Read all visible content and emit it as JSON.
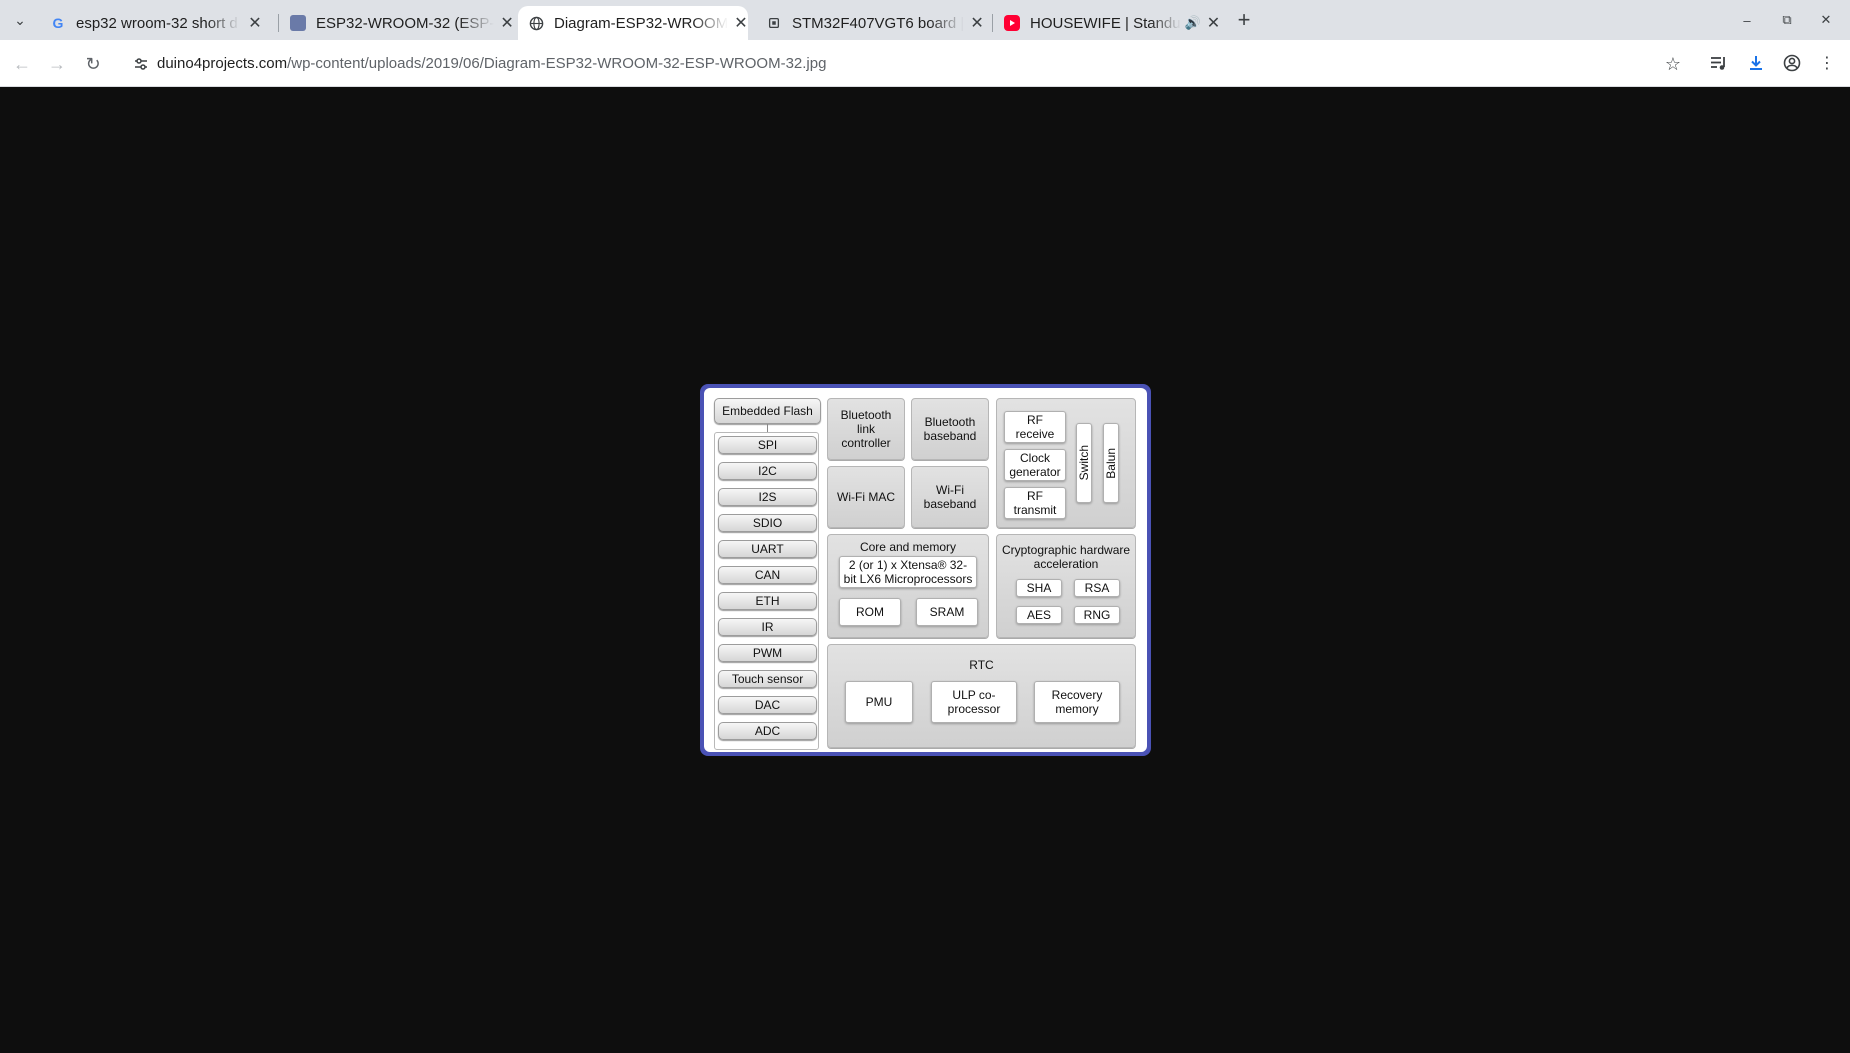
{
  "browser": {
    "tab_menu_icon": "chevron-down-icon",
    "tabs": [
      {
        "title": "esp32 wroom-32 short d",
        "favicon": "google-icon",
        "active": false
      },
      {
        "title": "ESP32-WROOM-32 (ESP-",
        "favicon": "site-icon",
        "active": false
      },
      {
        "title": "Diagram-ESP32-WROOM",
        "favicon": "globe-icon",
        "active": true
      },
      {
        "title": "STM32F407VGT6 board |",
        "favicon": "chip-icon",
        "active": false
      },
      {
        "title": "HOUSEWIFE | Standu",
        "favicon": "youtube-icon",
        "active": false,
        "audio": true
      }
    ],
    "new_tab_label": "+",
    "url_host": "duino4projects.com",
    "url_path": "/wp-content/uploads/2019/06/Diagram-ESP32-WROOM-32-ESP-WROOM-32.jpg",
    "colors": {
      "tabstrip": "#dee1e6",
      "toolbar": "#ffffff",
      "content_bg": "#0e0e0e",
      "diagram_frame": "#4a52b5"
    }
  },
  "diagram": {
    "embedded_flash": "Embedded Flash",
    "interfaces": [
      "SPI",
      "I2C",
      "I2S",
      "SDIO",
      "UART",
      "CAN",
      "ETH",
      "IR",
      "PWM",
      "Touch sensor",
      "DAC",
      "ADC"
    ],
    "bt_link_controller": "Bluetooth link controller",
    "bt_baseband": "Bluetooth baseband",
    "wifi_mac": "Wi-Fi MAC",
    "wifi_baseband": "Wi-Fi baseband",
    "rf": {
      "receive": "RF receive",
      "clock": "Clock generator",
      "transmit": "RF transmit",
      "switch": "Switch",
      "balun": "Balun"
    },
    "core": {
      "title": "Core and memory",
      "cpu": "2 (or 1) x Xtensa® 32-bit LX6 Microprocessors",
      "rom": "ROM",
      "sram": "SRAM"
    },
    "crypto": {
      "title": "Cryptographic hardware acceleration",
      "sha": "SHA",
      "rsa": "RSA",
      "aes": "AES",
      "rng": "RNG"
    },
    "rtc": {
      "title": "RTC",
      "pmu": "PMU",
      "ulp": "ULP co-processor",
      "recovery": "Recovery memory"
    }
  }
}
